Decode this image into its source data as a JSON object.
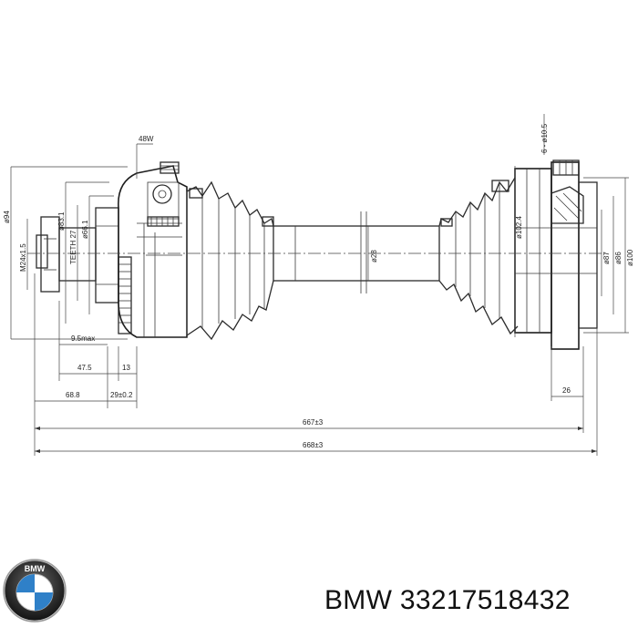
{
  "caption": {
    "brand": "BMW",
    "part_number": "33217518432"
  },
  "dimensions": {
    "length_inner": "667±3",
    "length_overall": "668±3",
    "d68_8": "68.8",
    "d29": "29±0.2",
    "d47_5": "47.5",
    "d13": "13",
    "d9_5": "9.5max",
    "d26": "26",
    "phi94": "ø94",
    "thread": "M24x1.5",
    "phi83_1": "ø83.1",
    "teeth": "TEETH 27",
    "phi66_1": "ø66.1",
    "phi28": "ø28",
    "phi102_4": "ø102.4",
    "phi10_5": "6 - ø10.5",
    "phi87": "ø87",
    "phi86": "ø86",
    "phi100": "ø100",
    "abs48": "48W"
  },
  "logo": {
    "icon": "bmw-logo-icon",
    "colors": {
      "blue": "#2f80c8",
      "ring": "#1a1a1a",
      "white": "#ffffff"
    }
  }
}
